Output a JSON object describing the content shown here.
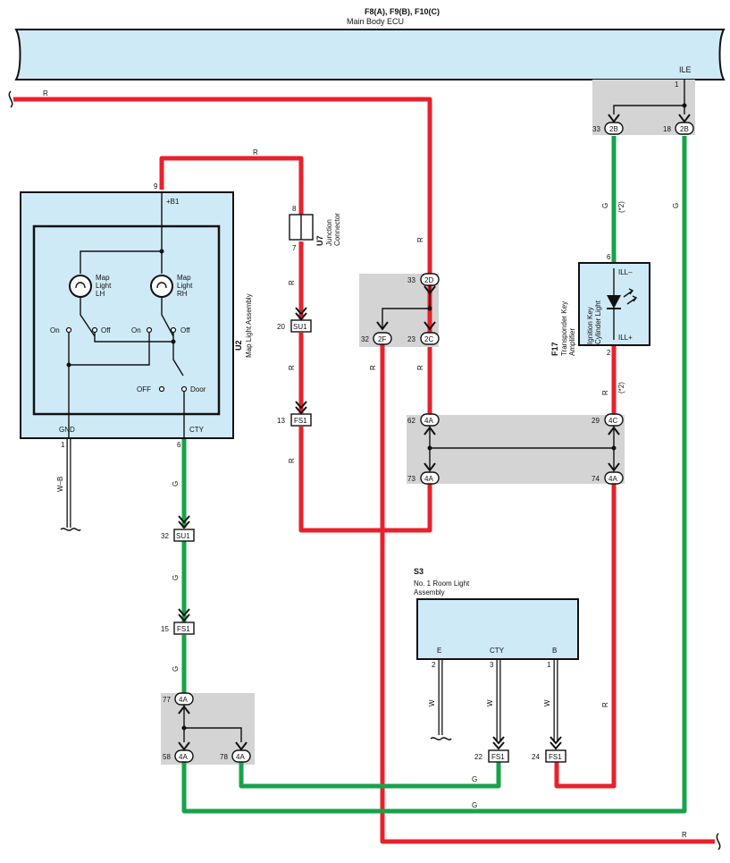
{
  "title": {
    "connectors": "F8(A), F9(B), F10(C)",
    "name": "Main Body ECU"
  },
  "ecu": {
    "pin_label": "ILE",
    "pin_no": "1"
  },
  "colors": {
    "red": "#e8212b",
    "green": "#16a34a",
    "box": "#cfeaf7",
    "gray": "#d4d4d4"
  },
  "wire_labels": {
    "R": "R",
    "G": "G",
    "W": "W",
    "WB": "W–B",
    "note2": "(*2)"
  },
  "components": {
    "u2": {
      "id": "U2",
      "name": "Map Light Assembly",
      "b1": "+B1",
      "pin_b1": "9",
      "gnd": "GND",
      "pin_gnd": "1",
      "cty": "CTY",
      "pin_cty": "6",
      "lamp_lh": [
        "Map",
        "Light",
        "LH"
      ],
      "lamp_rh": [
        "Map",
        "Light",
        "RH"
      ],
      "on": "On",
      "off": "Off",
      "off_caps": "OFF",
      "door": "Door"
    },
    "u7": {
      "id": "U7",
      "name": [
        "Junction",
        "Connector"
      ],
      "pin_top": "8",
      "pin_bottom": "7"
    },
    "f17": {
      "id": "F17",
      "name": [
        "Transponder Key",
        "Amplifier"
      ],
      "inner": [
        "Ignition Key",
        "Cylinder Light"
      ],
      "ill_minus": "ILL–",
      "ill_plus": "ILL+",
      "pin_top": "6",
      "pin_bottom": "2"
    },
    "s3": {
      "id": "S3",
      "name": [
        "No.  1 Room Light",
        "Assembly"
      ],
      "pins": [
        {
          "label": "E",
          "no": "2"
        },
        {
          "label": "CTY",
          "no": "3"
        },
        {
          "label": "B",
          "no": "1"
        }
      ]
    }
  },
  "connectors": {
    "c33": {
      "pin": "33",
      "name": "2B"
    },
    "c18": {
      "pin": "18",
      "name": "2B"
    },
    "c20": {
      "pin": "20",
      "name": "SU1"
    },
    "c13": {
      "pin": "13",
      "name": "FS1"
    },
    "c33d": {
      "pin": "33",
      "name": "2D"
    },
    "c32f": {
      "pin": "32",
      "name": "2F"
    },
    "c23c": {
      "pin": "23",
      "name": "2C"
    },
    "c62": {
      "pin": "62",
      "name": "4A"
    },
    "c73": {
      "pin": "73",
      "name": "4A"
    },
    "c29": {
      "pin": "29",
      "name": "4C"
    },
    "c74": {
      "pin": "74",
      "name": "4A"
    },
    "c32su": {
      "pin": "32",
      "name": "SU1"
    },
    "c15": {
      "pin": "15",
      "name": "FS1"
    },
    "c77": {
      "pin": "77",
      "name": "4A"
    },
    "c58": {
      "pin": "58",
      "name": "4A"
    },
    "c78": {
      "pin": "78",
      "name": "4A"
    },
    "c22": {
      "pin": "22",
      "name": "FS1"
    },
    "c24": {
      "pin": "24",
      "name": "FS1"
    }
  }
}
